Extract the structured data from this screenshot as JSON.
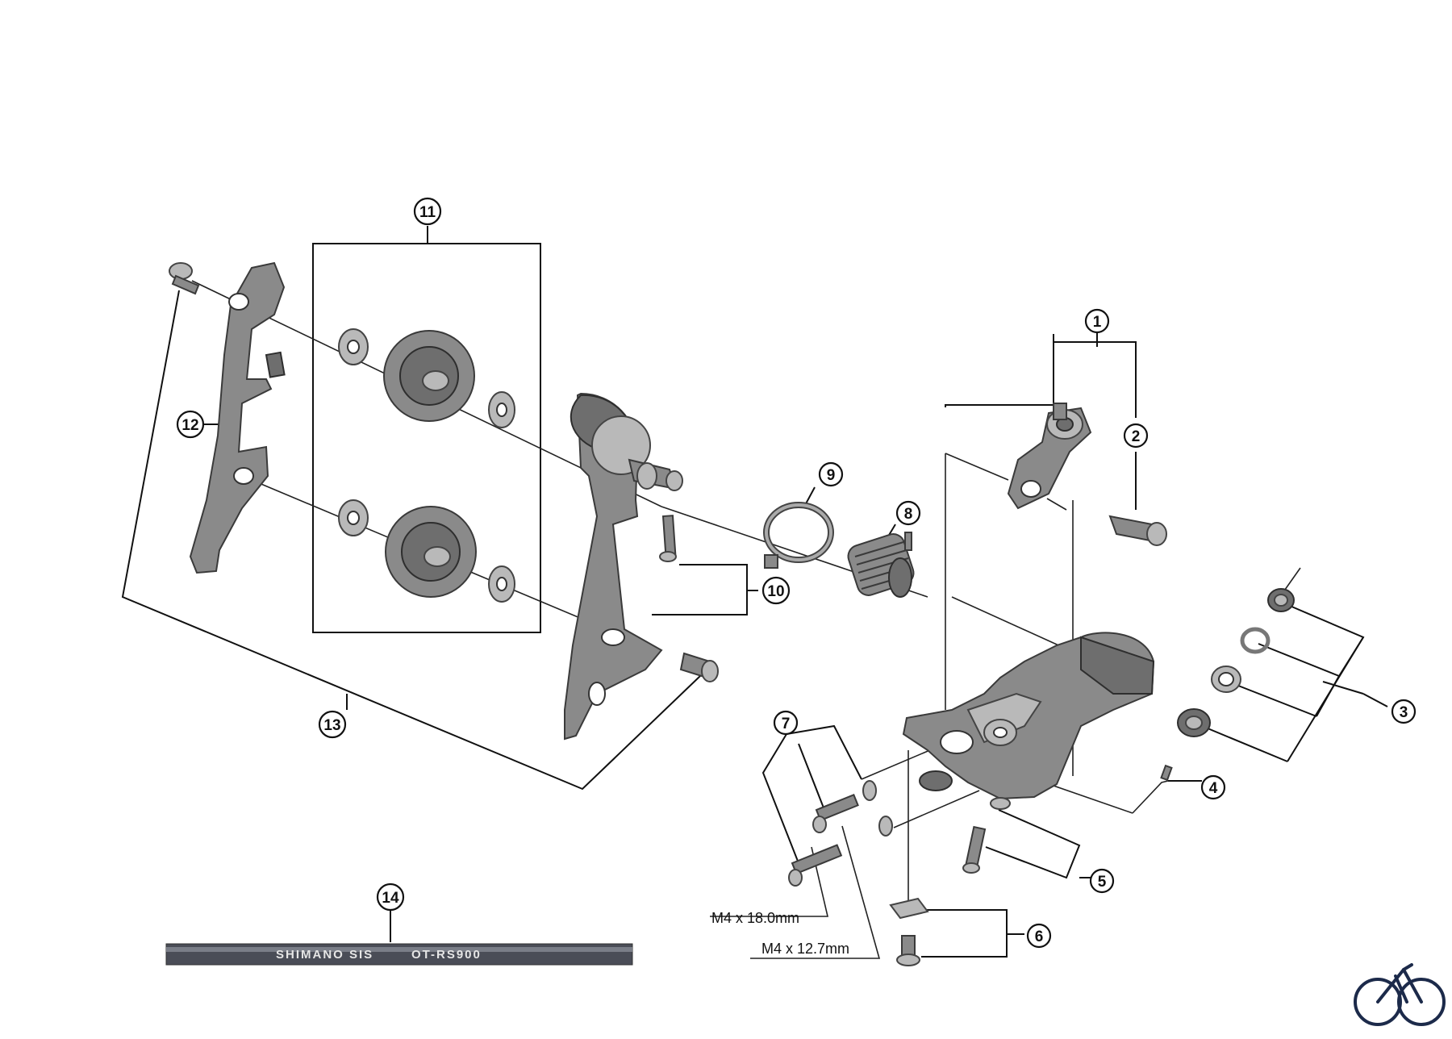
{
  "callouts": [
    {
      "id": "c1",
      "label": "1"
    },
    {
      "id": "c2",
      "label": "2"
    },
    {
      "id": "c3",
      "label": "3"
    },
    {
      "id": "c4",
      "label": "4"
    },
    {
      "id": "c5",
      "label": "5"
    },
    {
      "id": "c6",
      "label": "6"
    },
    {
      "id": "c7",
      "label": "7"
    },
    {
      "id": "c8",
      "label": "8"
    },
    {
      "id": "c9",
      "label": "9"
    },
    {
      "id": "c10",
      "label": "10"
    },
    {
      "id": "c11",
      "label": "11"
    },
    {
      "id": "c12",
      "label": "12"
    },
    {
      "id": "c13",
      "label": "13"
    },
    {
      "id": "c14",
      "label": "14"
    }
  ],
  "dimensions": {
    "bolt_long": "M4 x 18.0mm",
    "bolt_short": "M4 x 12.7mm"
  },
  "cable": {
    "brand_text": "SHIMANO SIS",
    "model_text": "OT-RS900"
  },
  "logo": {
    "icon": "bicycle-icon"
  }
}
